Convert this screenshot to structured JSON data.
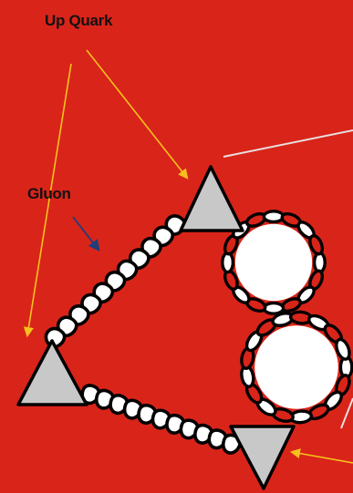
{
  "labels": {
    "up_quark": "Up Quark",
    "gluon": "Gluon"
  },
  "colors": {
    "background": "#d9241a",
    "quark_fill": "#c8c8c8",
    "outline": "#000000",
    "gluon_fill": "#ffffff",
    "quark_arrow": "#f5c21b",
    "gluon_arrow": "#1f3d7a",
    "pointer_line": "#e8e0e0"
  },
  "icons": {
    "quark": "triangle",
    "gluon_line": "coiled-spring",
    "gluon_cluster": "spiky-blob"
  }
}
